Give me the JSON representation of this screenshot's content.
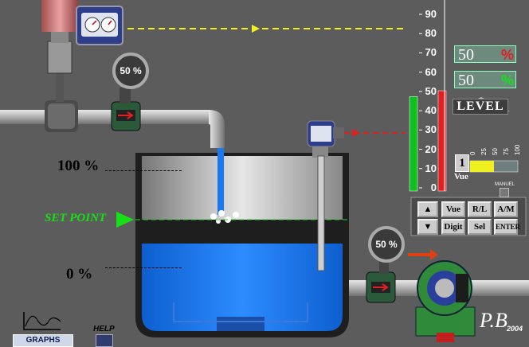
{
  "tank_labels": {
    "high": "100 %",
    "setpoint": "SET POINT",
    "low": "0 %"
  },
  "valve_gauge": {
    "value": "50 %"
  },
  "pump_gauge": {
    "value": "50 %"
  },
  "level_fraction": 0.5,
  "controller": {
    "scale": [
      "90",
      "80",
      "70",
      "60",
      "50",
      "40",
      "30",
      "20",
      "10",
      "0"
    ],
    "setpoint_bar_fraction": 0.49,
    "process_bar_fraction": 0.52,
    "display_top": {
      "value": "50",
      "unit": "%"
    },
    "display_bottom": {
      "value": "50",
      "unit": "%"
    },
    "title": "LEVEL",
    "channel": "1",
    "view_label": "Vue",
    "mini_scale": [
      "0",
      "25",
      "50",
      "75",
      "100"
    ],
    "output_fraction": 0.5,
    "manual_label": "MANUEL",
    "buttons": {
      "up": "▲",
      "view": "Vue",
      "r_l": "R/L",
      "auto_manual": "A/M",
      "down": "▼",
      "digit": "Digit",
      "select": "Sel",
      "enter": "ENTER"
    }
  },
  "bottom": {
    "graphs": "GRAPHS",
    "help": "HELP"
  },
  "logo": {
    "initials": "P.B",
    "year": "2004"
  },
  "colors": {
    "background": "#5c5c5c",
    "water": "#1a78f0",
    "setpoint_line": "#16e016",
    "red_signal": "#e02020",
    "yellow_signal": "#f0f020",
    "pipe": "#c8c8c8"
  }
}
